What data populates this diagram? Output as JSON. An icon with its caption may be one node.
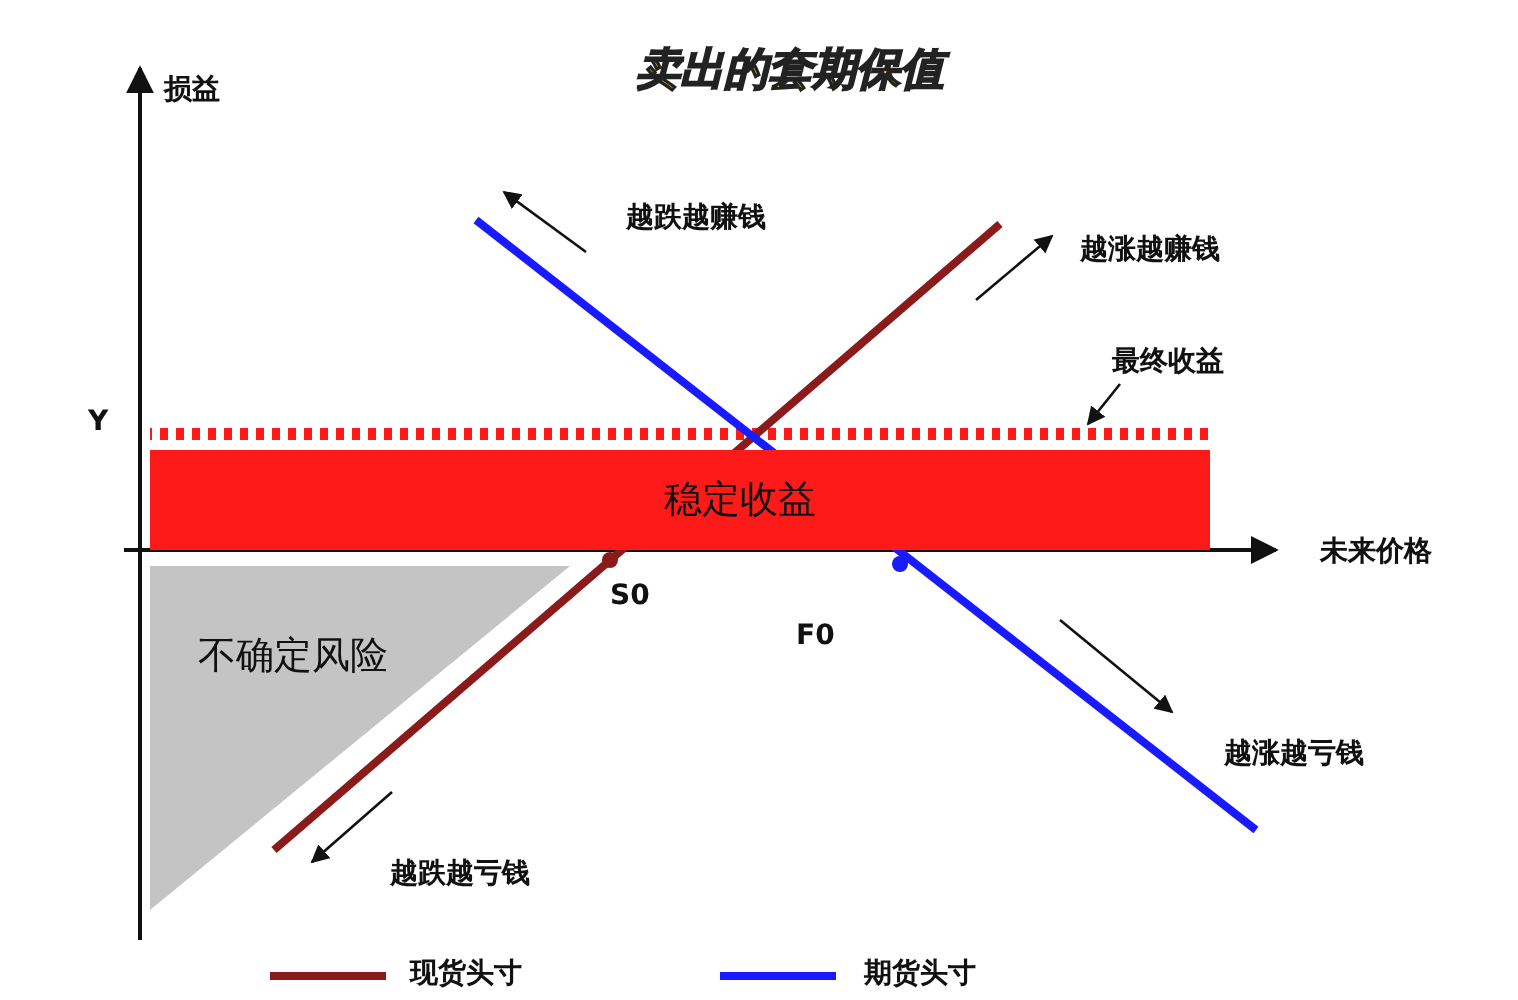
{
  "diagram": {
    "title": "卖出的套期保值",
    "nodes": [
      {
        "text": [
          "稳定收益"
        ]
      },
      {
        "text": [
          "不确定风险"
        ]
      },
      {
        "text": [
          "最终收益"
        ]
      },
      {
        "text": [],
        "shape": "bar"
      }
    ],
    "edges": [
      {
        "from": 2,
        "to": 3,
        "arrow": "to"
      }
    ],
    "labels": [
      "损益",
      "越跌越赚钱",
      "越涨越赚钱",
      "Y",
      "未来价格",
      "S0",
      "F0",
      "越涨越亏钱",
      "越跌越亏钱"
    ],
    "legend": [
      {
        "text": "现货头寸",
        "color": "#8b1a1a"
      },
      {
        "text": "期货头寸",
        "color": "#1a1aff"
      }
    ]
  }
}
